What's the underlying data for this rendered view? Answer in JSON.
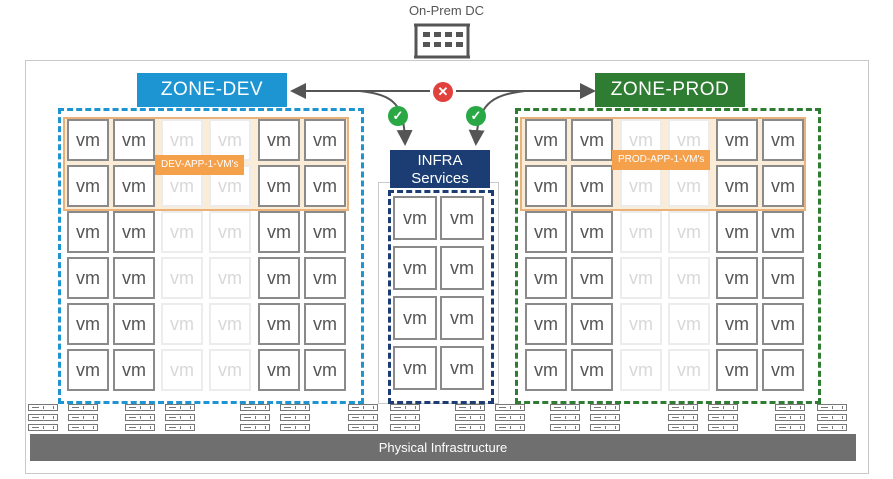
{
  "datacenter": {
    "title": "On-Prem DC",
    "icon": "building-icon"
  },
  "zones": {
    "dev": {
      "label": "ZONE-DEV",
      "app_group_label": "DEV-APP-1-VM's",
      "color": "#1d95d3"
    },
    "prod": {
      "label": "ZONE-PROD",
      "app_group_label": "PROD-APP-1-VM's",
      "color": "#2e7d32"
    }
  },
  "infra": {
    "label_line1": "INFRA",
    "label_line2": "Services",
    "color": "#1b3d73"
  },
  "vm_label": "vm",
  "physical": {
    "label": "Physical Infrastructure"
  },
  "flows": {
    "dev_to_prod": {
      "status": "denied",
      "icon": "x-circle-icon",
      "color": "#e0413c"
    },
    "dev_to_infra": {
      "status": "allowed",
      "icon": "check-circle-icon",
      "color": "#2aa845"
    },
    "prod_to_infra": {
      "status": "allowed",
      "icon": "check-circle-icon",
      "color": "#2aa845"
    }
  }
}
